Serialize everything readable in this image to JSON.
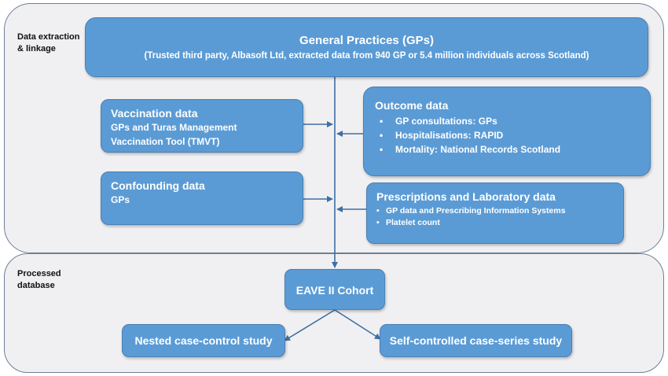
{
  "sections": {
    "top_label": "Data extraction & linkage",
    "bottom_label": "Processed database"
  },
  "gp": {
    "title": "General Practices (GPs)",
    "subtitle": "(Trusted third party, Albasoft Ltd, extracted data from 940 GP or 5.4 million individuals across Scotland)"
  },
  "vaccination": {
    "title": "Vaccination data",
    "lines": [
      "GPs and Turas Management",
      "Vaccination Tool (TMVT)"
    ]
  },
  "confounding": {
    "title": "Confounding data",
    "lines": [
      "GPs"
    ]
  },
  "outcome": {
    "title": "Outcome data",
    "items": [
      "GP consultations: GPs",
      "Hospitalisations: RAPID",
      "Mortality: National Records Scotland"
    ]
  },
  "prescriptions": {
    "title": "Prescriptions and Laboratory data",
    "items": [
      "GP data and Prescribing Information Systems",
      "Platelet count"
    ]
  },
  "cohort": {
    "label": "EAVE II Cohort"
  },
  "studies": {
    "nested": "Nested case-control study",
    "self_controlled": "Self-controlled case-series study"
  },
  "colors": {
    "box_fill": "#5b9bd5",
    "box_border": "#4a7fb2",
    "panel_fill": "#f0f0f2",
    "arrow": "#3f6fa3"
  }
}
